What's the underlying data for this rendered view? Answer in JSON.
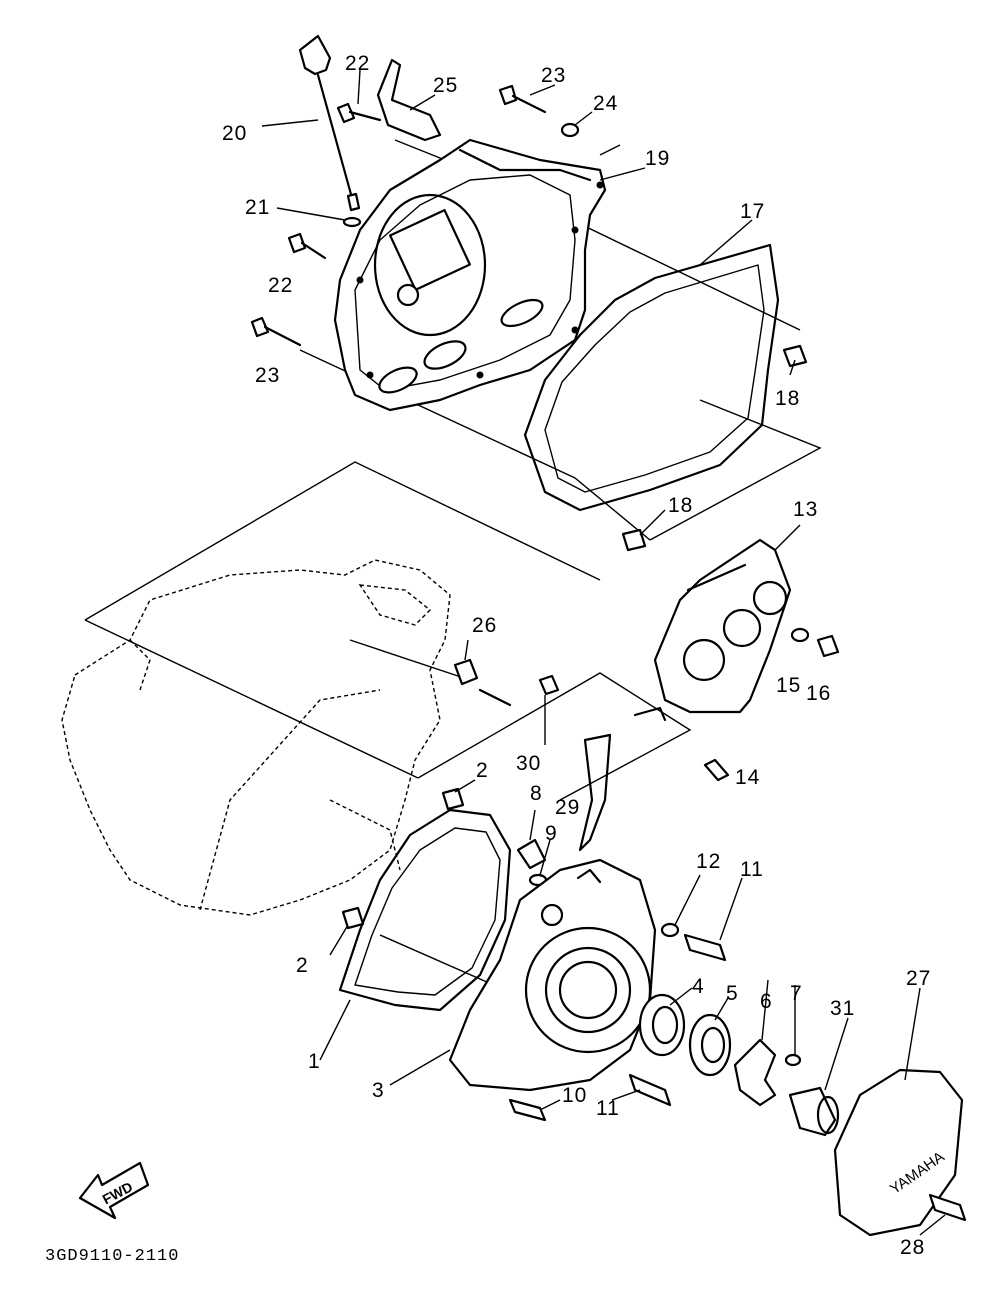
{
  "diagram": {
    "code": "3GD9110-2110",
    "fwd_label": "FWD",
    "brand_mark": "YAMAHA",
    "labels": {
      "l1": "1",
      "l2a": "2",
      "l2b": "2",
      "l3": "3",
      "l4": "4",
      "l5": "5",
      "l6": "6",
      "l7": "7",
      "l8": "8",
      "l9": "9",
      "l10": "10",
      "l11a": "11",
      "l11b": "11",
      "l12": "12",
      "l13": "13",
      "l14": "14",
      "l15": "15",
      "l16": "16",
      "l17": "17",
      "l18a": "18",
      "l18b": "18",
      "l19": "19",
      "l20": "20",
      "l21": "21",
      "l22a": "22",
      "l22b": "22",
      "l23a": "23",
      "l23b": "23",
      "l24": "24",
      "l25": "25",
      "l26": "26",
      "l27": "27",
      "l28": "28",
      "l29": "29",
      "l30": "30",
      "l31": "31"
    }
  }
}
